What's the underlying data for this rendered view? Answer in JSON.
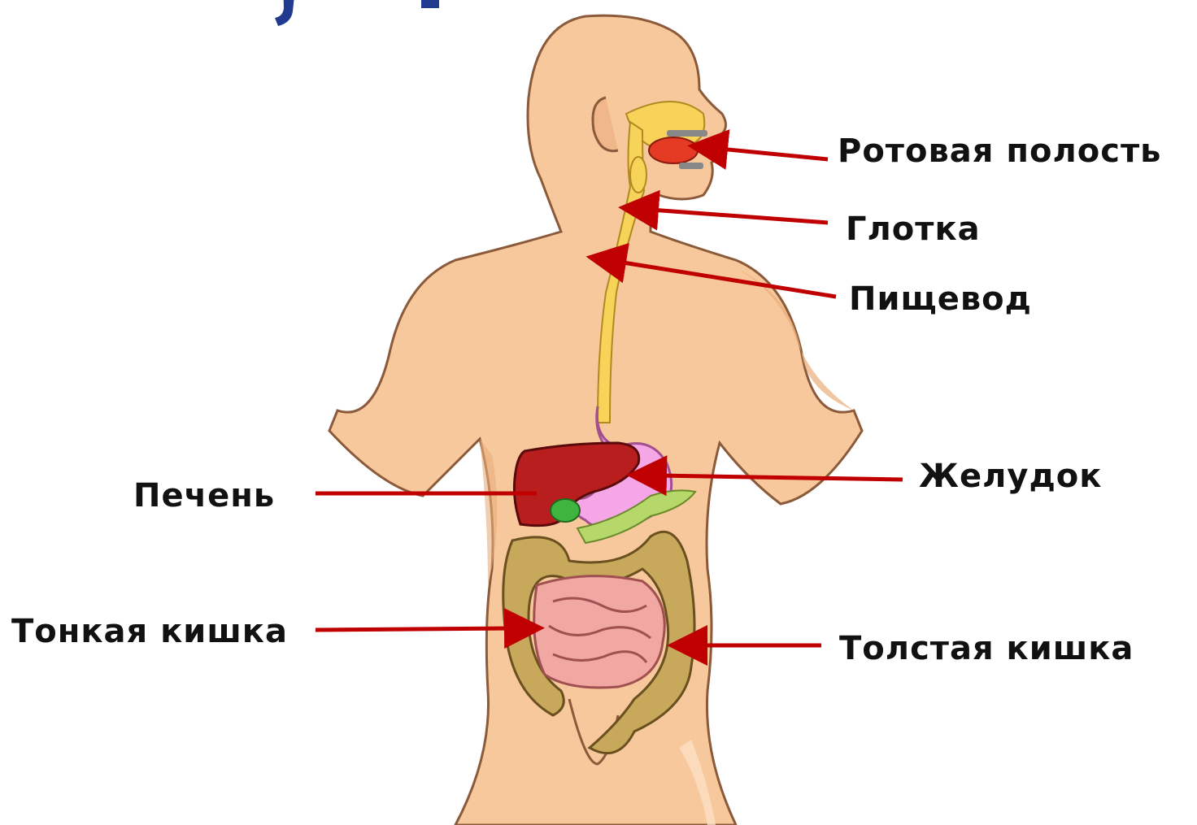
{
  "colors": {
    "skin": "#f7c89b",
    "skin_shade": "#e9ad7b",
    "skin_outline": "#8a5a3a",
    "arrow": "#c00000",
    "title_fragment": "#1f3a8f",
    "mouth": "#e53a24",
    "pharynx_esophagus": "#f8d35a",
    "stomach": "#f5a6e6",
    "liver": "#b81e1e",
    "gallbladder": "#3fb43f",
    "pancreas": "#b6d86a",
    "small_intestine": "#f1a7a2",
    "large_intestine": "#c8a85a"
  },
  "labels": {
    "mouth": "Ротовая полость",
    "pharynx": "Глотка",
    "esophagus": "Пищевод",
    "stomach": "Желудок",
    "liver": "Печень",
    "small_intestine": "Тонкая кишка",
    "large_intestine": "Толстая кишка"
  }
}
